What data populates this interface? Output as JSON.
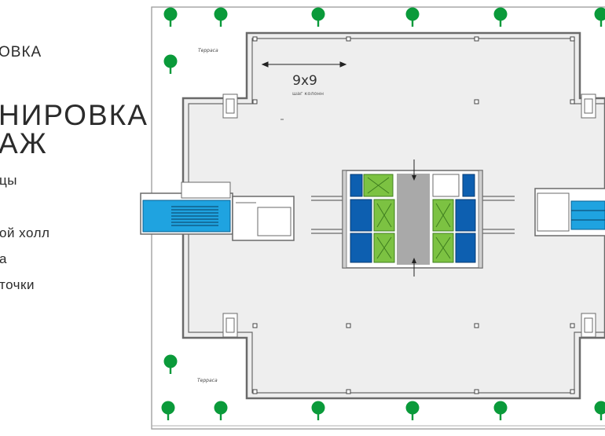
{
  "legend": {
    "subtitle": "ОВКА",
    "title_line1": "НИРОВКА",
    "title_line2": "АЖ",
    "items": [
      {
        "label": "цы"
      },
      {
        "label": "ой холл"
      },
      {
        "label": "а"
      },
      {
        "label": "точки"
      }
    ]
  },
  "plan": {
    "dimension_label": "9x9",
    "dimension_caption": "шаг колонн",
    "terrace_top": "Терраса",
    "terrace_bottom": "Терраса"
  },
  "colors": {
    "stair_blue": "#1fa3e0",
    "elevator_blue": "#0d5fb0",
    "shaft_green": "#7cc242",
    "corridor_gray": "#a9a9a9",
    "tree_green": "#0a9a3a",
    "floor_fill": "#eeeeee",
    "wall": "#6a6a6a"
  }
}
